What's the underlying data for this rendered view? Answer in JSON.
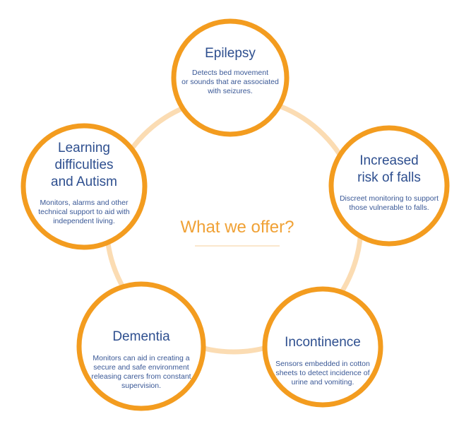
{
  "center": {
    "title": "What we offer?"
  },
  "colors": {
    "ring": "#f39c1f",
    "connector": "#fbdcb3",
    "title_text": "#2e4f8f",
    "desc_text": "#3a5896",
    "center_text": "#f0a135",
    "underline": "#f6cf9b"
  },
  "nodes": [
    {
      "id": "epilepsy",
      "title_lines": [
        "Epilepsy"
      ],
      "desc_lines": [
        "Detects bed movement",
        "or sounds that are associated",
        "with seizures."
      ]
    },
    {
      "id": "falls",
      "title_lines": [
        "Increased",
        "risk of falls"
      ],
      "desc_lines": [
        "Discreet monitoring to support",
        "those vulnerable to falls."
      ]
    },
    {
      "id": "incontinence",
      "title_lines": [
        "Incontinence"
      ],
      "desc_lines": [
        "Sensors embedded in cotton",
        "sheets to detect incidence of",
        "urine and vomiting."
      ]
    },
    {
      "id": "dementia",
      "title_lines": [
        "Dementia"
      ],
      "desc_lines": [
        "Monitors can aid in creating a",
        "secure and safe environment",
        "releasing carers from constant",
        "supervision."
      ]
    },
    {
      "id": "learning",
      "title_lines": [
        "Learning",
        "difficulties",
        "and Autism"
      ],
      "desc_lines": [
        "Monitors, alarms and other",
        "technical support to aid with",
        "independent living."
      ]
    }
  ]
}
